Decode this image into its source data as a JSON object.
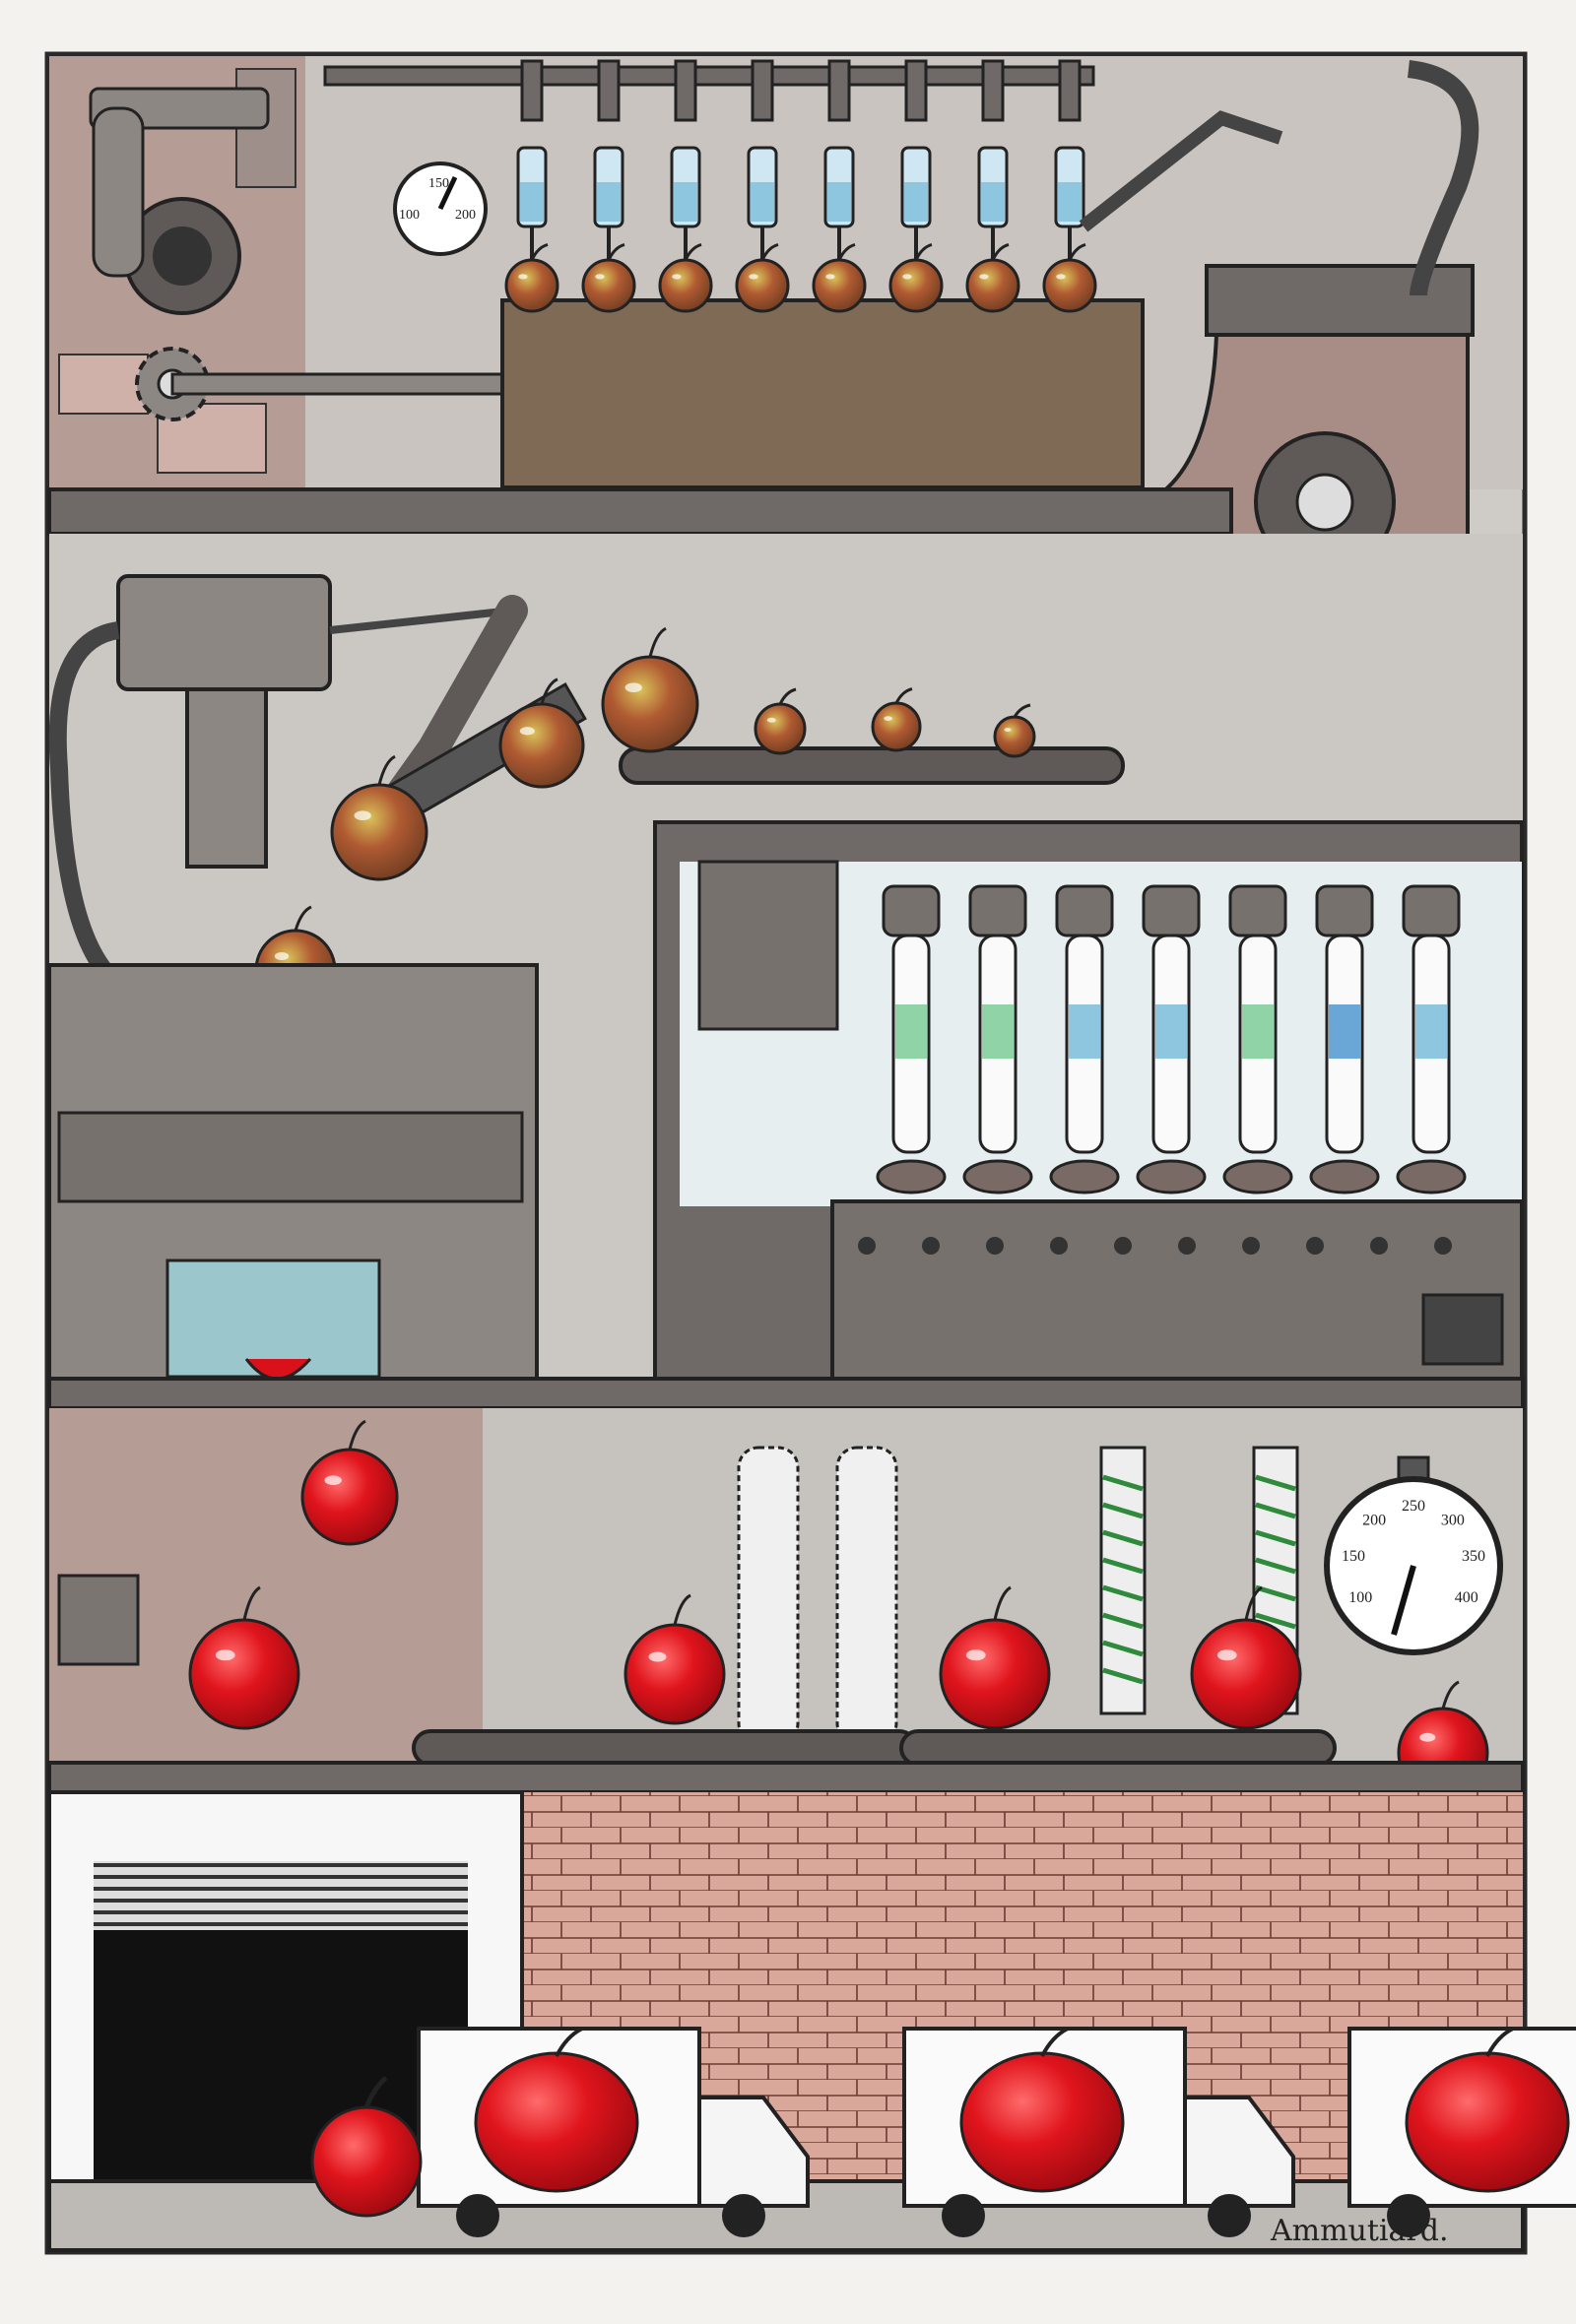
{
  "artwork": {
    "subject": "apple-factory-machinery",
    "medium": "watercolor-and-ink",
    "colors": {
      "paper": "#f4f2ee",
      "frame_border": "#2a2a2a",
      "machine_gray": "#8d8784",
      "machine_dark": "#5f5a58",
      "panel_gray": "#bdb8b4",
      "apple_red": "#d8111b",
      "apple_ripening": "#8a7a2c",
      "tube_blue": "#8ec5df",
      "tube_green": "#8fd3a6",
      "brick": "#d9a89a",
      "door_black": "#111111"
    }
  },
  "gauges": {
    "top": {
      "ticks": [
        "100",
        "150",
        "200"
      ]
    },
    "bottom": {
      "ticks": [
        "100",
        "150",
        "200",
        "250",
        "300",
        "350",
        "400"
      ]
    }
  },
  "signature": {
    "text": "Ammutiard."
  }
}
